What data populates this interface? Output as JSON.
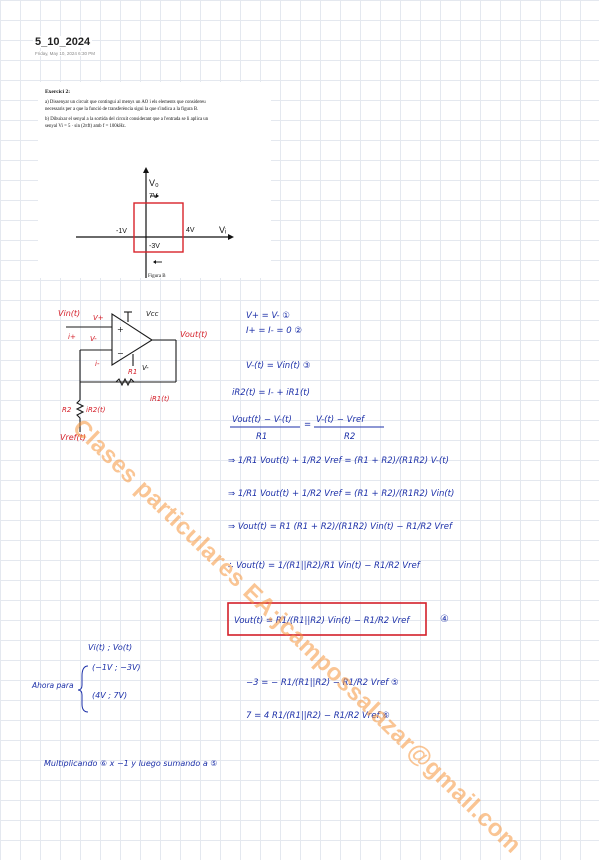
{
  "page": {
    "title": "5_10_2024",
    "meta": "Friday, May 10, 2024     6:30 PM"
  },
  "exercise": {
    "title": "Exercici 2:",
    "part_a_line1": "a) Dissenyar un circuit que contingui al menys un AO i els elements que considereu",
    "part_a_line2": "necessaris per a que la funció de transferència sigui la que s'indica a la figura B.",
    "part_b_line1": "b) Dibuixar el senyal a la sortida del circuit considerant que a l'entrada se li aplica un",
    "part_b_line2": "senyal Vi = 5 · sin (2πft) amb f = 100kHz.",
    "figure_caption": "Figura B"
  },
  "transfer_figure": {
    "y_axis_label": "V₀",
    "x_axis_label": "Vᵢ",
    "label_7v": "7V",
    "label_4v": "4V",
    "label_m1v": "-1V",
    "label_m3v": "-3V"
  },
  "circuit": {
    "vin_label": "Vin(t)",
    "vplus_label": "V+",
    "vminus_label": "V-",
    "iplus_label": "i+",
    "iminus_label": "i-",
    "vcc_label": "Vcc",
    "vee_label": "V-",
    "vout_label": "Vout(t)",
    "r1_label": "R1",
    "r2_label": "R2",
    "i1_label": "iR1(t)",
    "i2_label": "iR2(t)",
    "vref_label": "Vref(t)"
  },
  "equations": {
    "eq1": "V+ = V-    ①",
    "eq2": "I+ = I- = 0    ②",
    "eq3": "V-(t) = Vin(t)   ③",
    "eq4": "iR2(t) = I- + iR1(t)",
    "eq5_lhs_num": "Vout(t) − V-(t)",
    "eq5_lhs_den": "R1",
    "eq5_rhs_num": "V-(t) − Vref",
    "eq5_rhs_den": "R2",
    "eq6": "⇒  1/R1 Vout(t) + 1/R2 Vref  =  (R1 + R2)/(R1R2) V-(t)",
    "eq7": "⇒  1/R1 Vout(t) + 1/R2 Vref  =  (R1 + R2)/(R1R2) Vin(t)",
    "eq8": "⇒  Vout(t) = R1 (R1 + R2)/(R1R2) Vin(t) − R1/R2 Vref",
    "eq9": "∴  Vout(t) = 1/(R1||R2)/R1 Vin(t) − R1/R2 Vref",
    "boxed": "Vout(t)  =  R1/(R1||R2) Vin(t)  −  R1/R2 Vref",
    "boxed_num": "④",
    "cond_header": "Vi(t) ; Vo(t)",
    "cond_label": "Ahora  para",
    "cond1": "(−1V ; −3V)",
    "cond2": "(4V ; 7V)",
    "sys1": "−3 = − R1/(R1||R2)  −  R1/R2 Vref    ⑤",
    "sys2": "7 = 4 R1/(R1||R2)  −  R1/R2 Vref  ⑥",
    "final": "Multiplicando ⑥ x −1 y luego sumando a ⑤"
  },
  "watermark": "Clases particulares EA:jcampossalazar@gmail.com",
  "colors": {
    "ink_blue": "#1b2fa8",
    "ink_red": "#d4202a",
    "ink_black": "#1a1a1a",
    "figure_red": "#d9232a",
    "watermark": "#f5963c"
  }
}
